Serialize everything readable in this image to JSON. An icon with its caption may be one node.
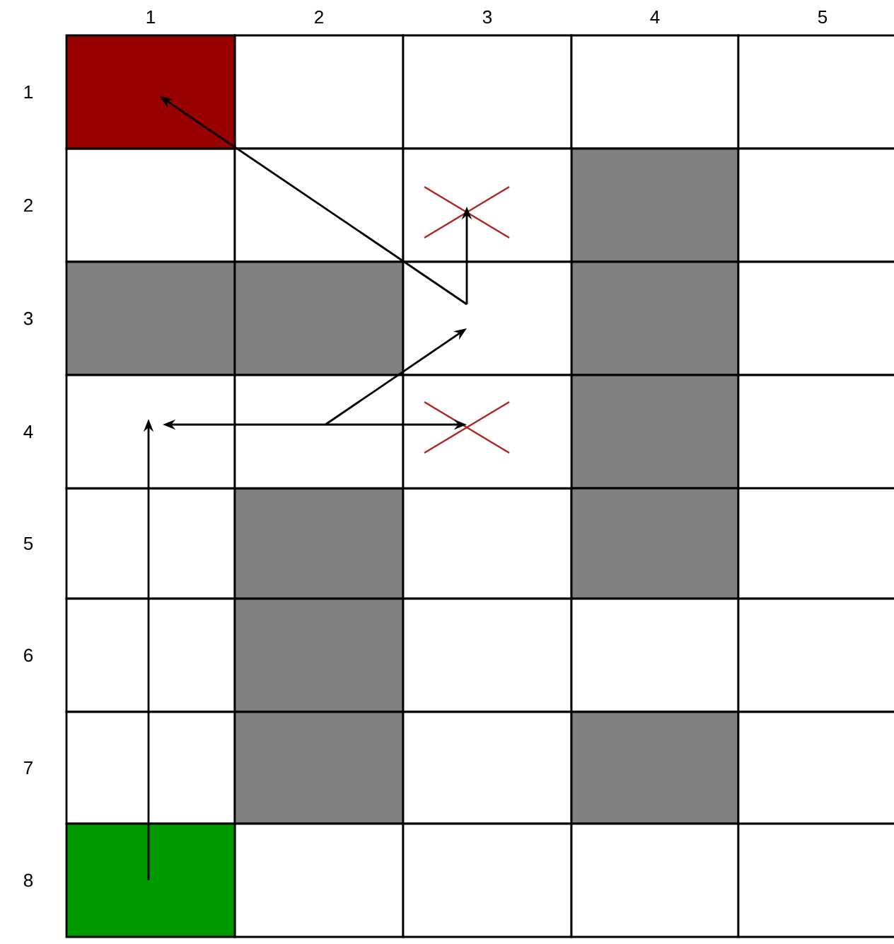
{
  "diagram": {
    "nodes": [
      {
        "text": [],
        "shape": "box"
      },
      {
        "text": [],
        "shape": "box"
      },
      {
        "text": [],
        "shape": "box"
      },
      {
        "text": [],
        "shape": "box"
      },
      {
        "text": [],
        "shape": "box"
      },
      {
        "text": [],
        "shape": "box"
      },
      {
        "text": [],
        "shape": "box"
      }
    ],
    "edges": [
      {
        "from": 6,
        "to": 3,
        "arrow": "to"
      },
      {
        "from": 4,
        "to": 3,
        "arrow": "to"
      },
      {
        "from": 4,
        "to": 5,
        "arrow": "to"
      },
      {
        "from": 4,
        "to": 2,
        "arrow": "to"
      },
      {
        "from": 2,
        "to": 1,
        "arrow": "to"
      },
      {
        "from": 2,
        "to": 0,
        "arrow": "to"
      }
    ],
    "labels": [
      "1",
      "2",
      "3",
      "4",
      "5",
      "1",
      "2",
      "3",
      "4",
      "5",
      "6",
      "7",
      "8"
    ]
  }
}
